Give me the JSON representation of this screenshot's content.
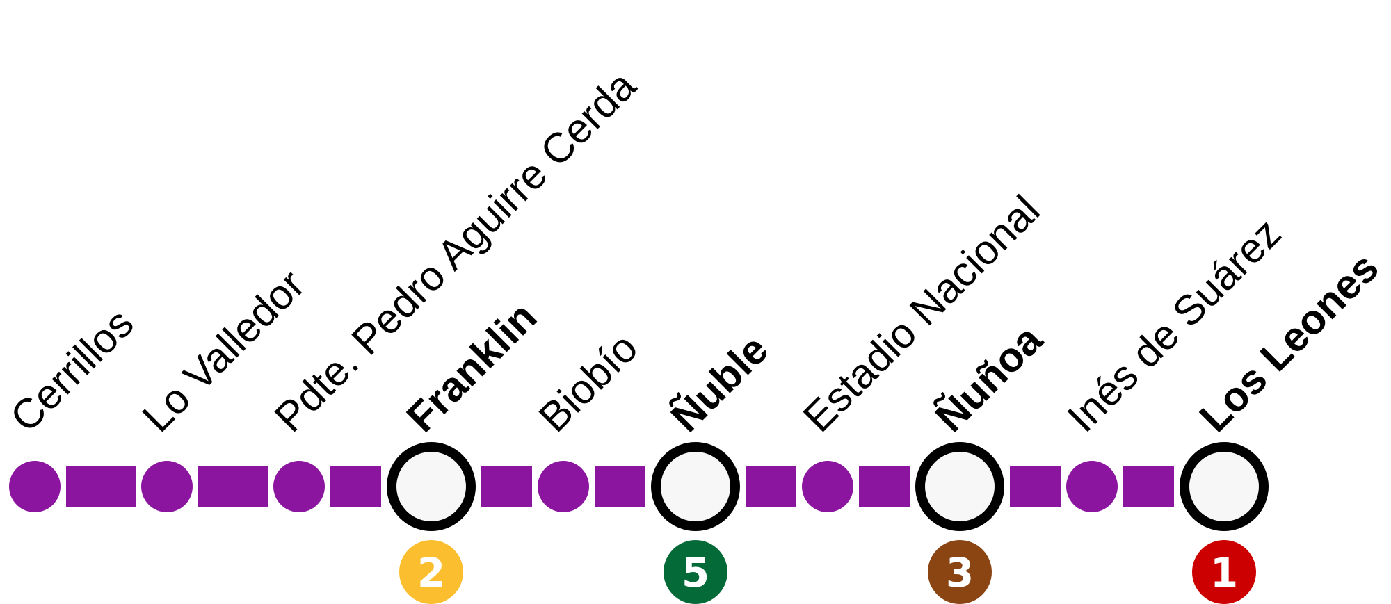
{
  "line": {
    "color": "#8b159f"
  },
  "stations": [
    {
      "name": "Cerrillos",
      "transfer": false
    },
    {
      "name": "Lo Valledor",
      "transfer": false
    },
    {
      "name": "Pdte. Pedro Aguirre Cerda",
      "transfer": false
    },
    {
      "name": "Franklin",
      "transfer": true,
      "connection": {
        "line": "2",
        "color": "#fbbe2e"
      }
    },
    {
      "name": "Biobío",
      "transfer": false
    },
    {
      "name": "Ñuble",
      "transfer": true,
      "connection": {
        "line": "5",
        "color": "#046a38"
      }
    },
    {
      "name": "Estadio Nacional",
      "transfer": false
    },
    {
      "name": "Ñuñoa",
      "transfer": true,
      "connection": {
        "line": "3",
        "color": "#8a4513"
      }
    },
    {
      "name": "Inés de Suárez",
      "transfer": false
    },
    {
      "name": "Los Leones",
      "transfer": true,
      "connection": {
        "line": "1",
        "color": "#cc0000"
      }
    }
  ]
}
